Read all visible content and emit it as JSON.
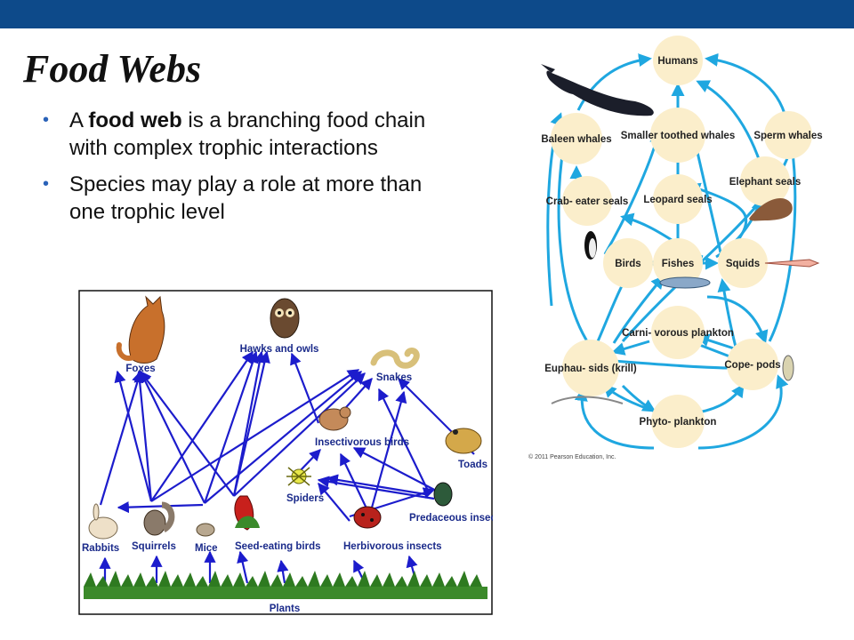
{
  "slide": {
    "title": "Food Webs",
    "bullets": [
      {
        "pre": "A ",
        "bold": "food web",
        "post": " is a branching food chain with complex trophic interactions"
      },
      {
        "pre": "Species may play a role at more than one trophic level",
        "bold": "",
        "post": ""
      }
    ]
  },
  "land_web": {
    "nodes": {
      "foxes": "Foxes",
      "hawks": "Hawks and owls",
      "snakes": "Snakes",
      "insectivorous": "Insectivorous birds",
      "toads": "Toads",
      "spiders": "Spiders",
      "predaceous": "Predaceous insects",
      "rabbits": "Rabbits",
      "squirrels": "Squirrels",
      "mice": "Mice",
      "seedbirds": "Seed-eating birds",
      "herbivorous": "Herbivorous insects",
      "plants": "Plants"
    }
  },
  "marine_web": {
    "nodes": {
      "humans": "Humans",
      "baleen": "Baleen whales",
      "smaller": "Smaller toothed whales",
      "sperm": "Sperm whales",
      "crab": "Crab- eater seals",
      "leopard": "Leopard seals",
      "elephant": "Elephant seals",
      "birds": "Birds",
      "fishes": "Fishes",
      "squids": "Squids",
      "carni": "Carni- vorous plankton",
      "euph": "Euphau- sids (krill)",
      "cope": "Cope- pods",
      "phyto": "Phyto- plankton"
    },
    "copyright": "© 2011 Pearson Education, Inc."
  },
  "colors": {
    "topbar": "#0d4a8a",
    "land_arrow": "#1c1ccc",
    "marine_arrow": "#1fa7e0",
    "node_fill": "#fbeecb",
    "bullet": "#2a62b8"
  }
}
